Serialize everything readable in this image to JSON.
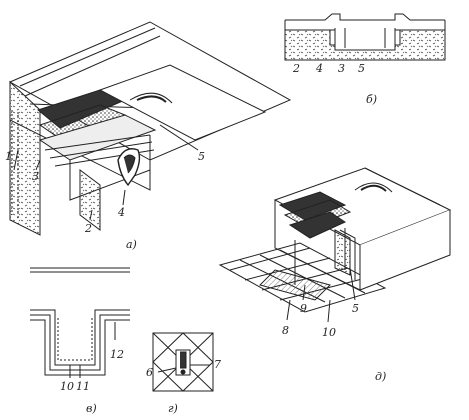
{
  "labels": {
    "fig_a": "а)",
    "fig_b": "б)",
    "fig_v": "в)",
    "fig_g": "г)",
    "fig_d": "д)",
    "n1": "1",
    "n2a": "2",
    "n3a": "3",
    "n4a": "4",
    "n5a": "5",
    "n2b": "2",
    "n4b": "4",
    "n3b": "3",
    "n5b": "5",
    "n6": "6",
    "n7": "7",
    "n8": "8",
    "n9": "9",
    "n10d": "10",
    "n5d": "5",
    "n10v": "10",
    "n11": "11",
    "n12": "12"
  },
  "colors": {
    "ink": "#222222",
    "fill_dark": "#333333",
    "hatch": "#555555"
  }
}
